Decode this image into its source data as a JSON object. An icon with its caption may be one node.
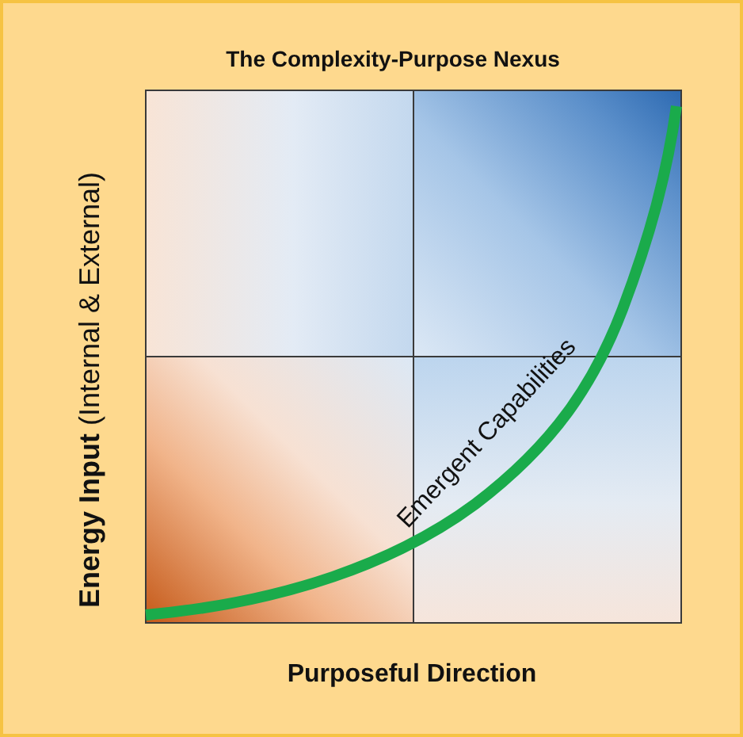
{
  "diagram": {
    "title": "The Complexity-Purpose Nexus",
    "labels": [
      "**Energy Input** (Internal & External)",
      "Emergent Capabilities",
      "Purposeful Direction"
    ]
  }
}
